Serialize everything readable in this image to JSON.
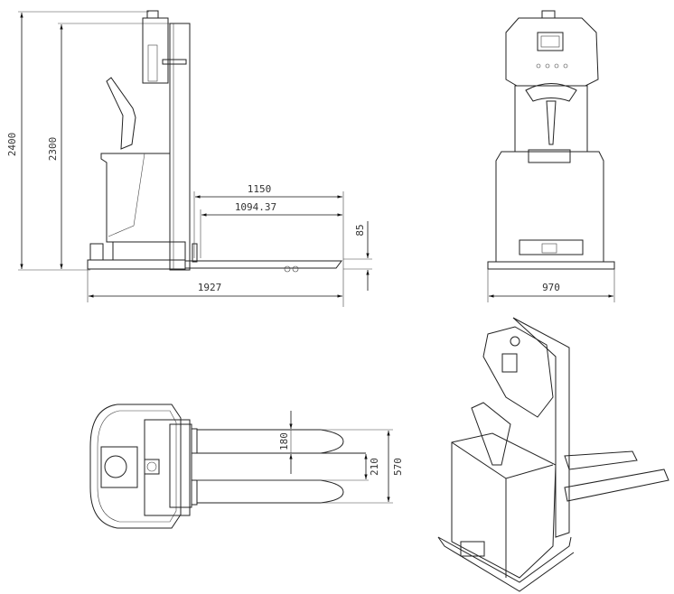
{
  "title": "Electric pallet stacker dimension drawing",
  "side_view": {
    "overall_height": "2400",
    "mast_height": "2300",
    "fork_length": "1150",
    "fork_inner_length": "1094.37",
    "fork_height": "85",
    "overall_length": "1927"
  },
  "front_view": {
    "overall_width": "970"
  },
  "top_view": {
    "fork_width": "180",
    "fork_gap": "210",
    "fork_outer_width": "570"
  }
}
